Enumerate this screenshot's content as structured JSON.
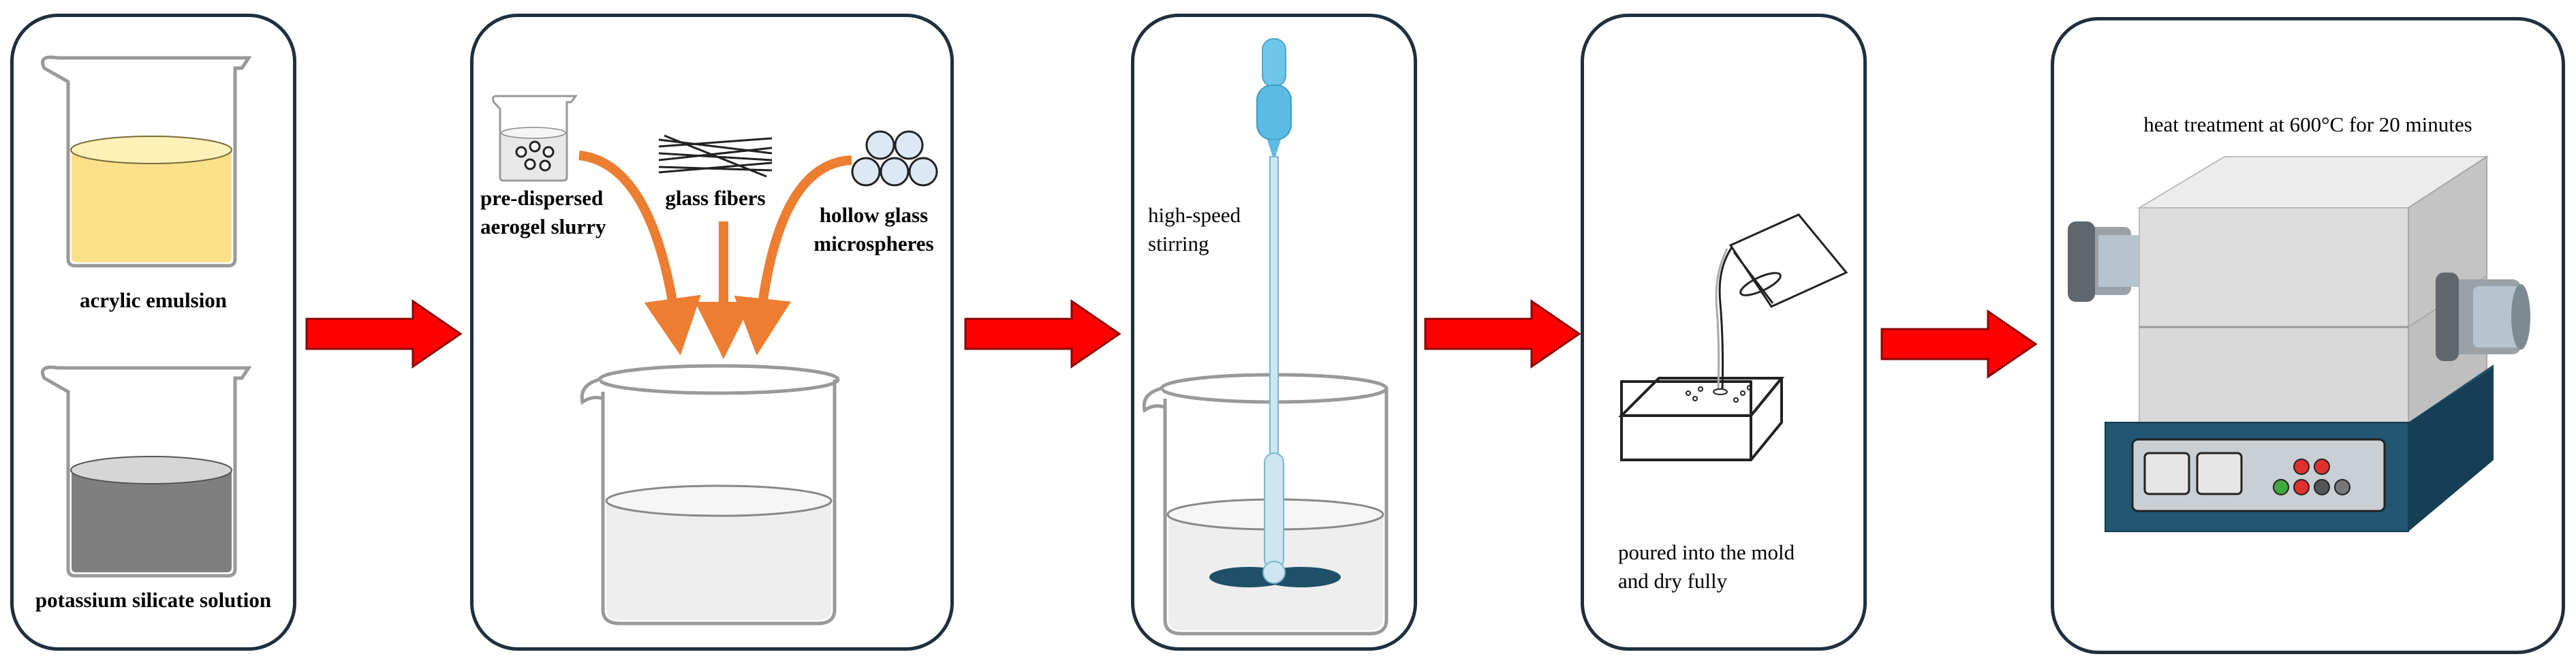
{
  "panel1": {
    "top_label": "acrylic emulsion",
    "bottom_label": "potassium silicate solution"
  },
  "panel2": {
    "slurry_label_line1": "pre-dispersed",
    "slurry_label_line2": "aerogel slurry",
    "fibers_label": "glass fibers",
    "spheres_label_line1": "hollow glass",
    "spheres_label_line2": "microspheres"
  },
  "panel3": {
    "label_line1": "high-speed",
    "label_line2": "stirring"
  },
  "panel4": {
    "label_line1": "poured into the mold",
    "label_line2": "and dry  fully"
  },
  "panel5": {
    "label": "heat treatment at 600°C for 20 minutes"
  },
  "colors": {
    "panel_border": "#1f2f3d",
    "arrow": "#ff0000",
    "orange_arrow": "#ed7d31",
    "emulsion": "#fbe08a",
    "silicate": "#7f7f7f",
    "stirrer": "#6ec6e8",
    "furnace_base": "#1f5068"
  }
}
